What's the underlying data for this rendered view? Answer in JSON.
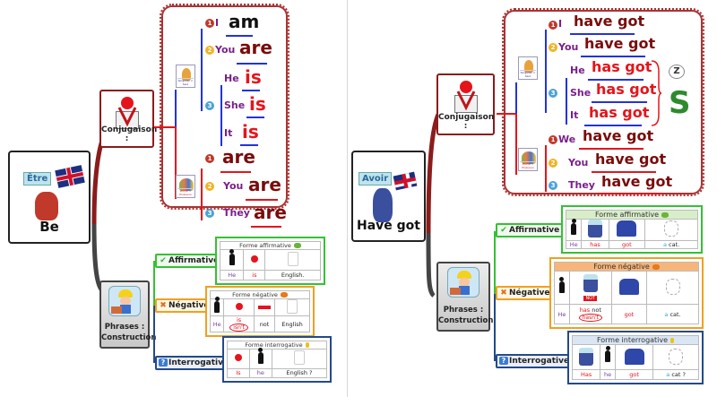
{
  "left": {
    "central": {
      "title": "Be",
      "banner": "Être"
    },
    "conjugaison": {
      "label": "Conjugaison :"
    },
    "singular_icon_caption": "Singulier = Seul",
    "plural_icon_caption": "Pluriel = Plusieurs",
    "rows": [
      {
        "num": "1",
        "pronoun": "I",
        "verb": "am"
      },
      {
        "num": "2",
        "pronoun": "You",
        "verb": "are"
      },
      {
        "num": "",
        "pronoun": "He",
        "verb": "is"
      },
      {
        "num": "3",
        "pronoun": "She",
        "verb": "is"
      },
      {
        "num": "",
        "pronoun": "It",
        "verb": "is"
      },
      {
        "num": "1",
        "pronoun": "",
        "verb": "are"
      },
      {
        "num": "2",
        "pronoun": "You",
        "verb": "are"
      },
      {
        "num": "3",
        "pronoun": "They",
        "verb": "are"
      }
    ],
    "phrases": {
      "label_line1": "Phrases :",
      "label_line2": "Construction"
    },
    "branches": {
      "affirmative": "Affirmative",
      "negative": "Négative",
      "interrogative": "Interrogative"
    },
    "tables": {
      "affirmative": {
        "title": "Forme affirmative",
        "words": [
          "He",
          "is",
          "English."
        ]
      },
      "negative": {
        "title": "Forme négative",
        "words": [
          "He",
          "is",
          "not",
          "English"
        ],
        "contraction": "isn't"
      },
      "interrogative": {
        "title": "Forme interrogative",
        "words": [
          "Is",
          "he",
          "English ?"
        ]
      }
    }
  },
  "right": {
    "central": {
      "title": "Have got",
      "banner": "Avoir"
    },
    "conjugaison": {
      "label": "Conjugaison :"
    },
    "singular_icon_caption": "Singulier = Seul",
    "plural_icon_caption": "Pluriel = Plusieurs",
    "rows": [
      {
        "num": "1",
        "pronoun": "I",
        "verb": "have got"
      },
      {
        "num": "2",
        "pronoun": "You",
        "verb": "have got"
      },
      {
        "num": "",
        "pronoun": "He",
        "verb": "has got"
      },
      {
        "num": "3",
        "pronoun": "She",
        "verb": "has got"
      },
      {
        "num": "",
        "pronoun": "It",
        "verb": "has got"
      },
      {
        "num": "1",
        "pronoun": "We",
        "verb": "have got"
      },
      {
        "num": "2",
        "pronoun": "You",
        "verb": "have got"
      },
      {
        "num": "3",
        "pronoun": "They",
        "verb": "have got"
      }
    ],
    "sleep_badge": "Z",
    "phrases": {
      "label_line1": "Phrases :",
      "label_line2": "Construction"
    },
    "branches": {
      "affirmative": "Affirmative",
      "negative": "Négative",
      "interrogative": "Interrogative"
    },
    "tables": {
      "affirmative": {
        "title": "Forme affirmative",
        "words": [
          "He",
          "has",
          "got",
          "a",
          "cat."
        ]
      },
      "negative": {
        "title": "Forme négative",
        "words": [
          "He",
          "has",
          "not",
          "got",
          "a",
          "cat."
        ],
        "not_badge": "NOT",
        "contraction": "hasn't"
      },
      "interrogative": {
        "title": "Forme interrogative",
        "words": [
          "Has",
          "he",
          "got",
          "a",
          "cat ?"
        ]
      }
    }
  },
  "colors": {
    "singular_branch": "#2233dd",
    "plural_branch": "#e5141b",
    "verb_dark": "#7a0b0b",
    "verb_red": "#e5141b",
    "pronoun": "#7a1f8a",
    "affirmative": "#34c134",
    "negative": "#f0a020",
    "interrogative": "#244a8a"
  }
}
